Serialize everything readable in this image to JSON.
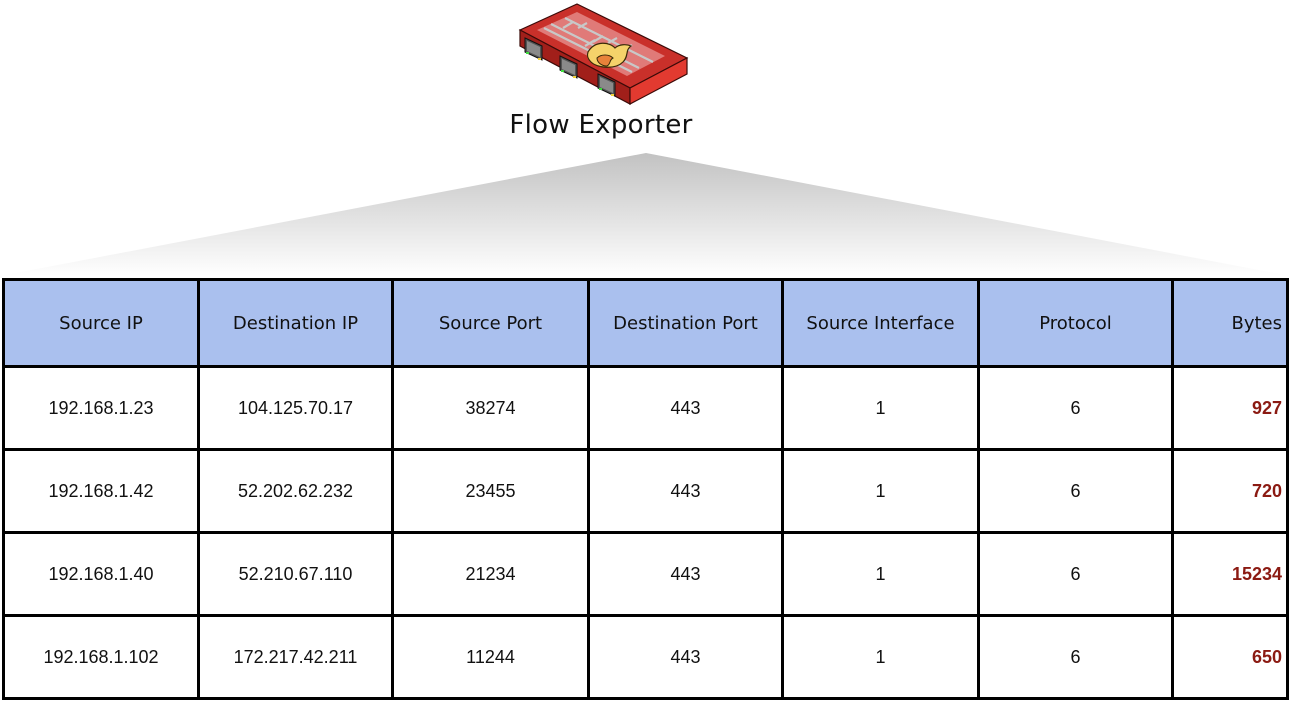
{
  "exporter": {
    "label": "Flow Exporter",
    "icon": "firewall-icon"
  },
  "colors": {
    "header_bg": "#aac0ee",
    "bytes_text": "#8b1a12",
    "grid": "#000000"
  },
  "table": {
    "columns": [
      "Source IP",
      "Destination IP",
      "Source Port",
      "Destination Port",
      "Source Interface",
      "Protocol",
      "Bytes"
    ],
    "rows": [
      [
        "192.168.1.23",
        "104.125.70.17",
        "38274",
        "443",
        "1",
        "6",
        "927"
      ],
      [
        "192.168.1.42",
        "52.202.62.232",
        "23455",
        "443",
        "1",
        "6",
        "720"
      ],
      [
        "192.168.1.40",
        "52.210.67.110",
        "21234",
        "443",
        "1",
        "6",
        "15234"
      ],
      [
        "192.168.1.102",
        "172.217.42.211",
        "11244",
        "443",
        "1",
        "6",
        "650"
      ]
    ]
  }
}
